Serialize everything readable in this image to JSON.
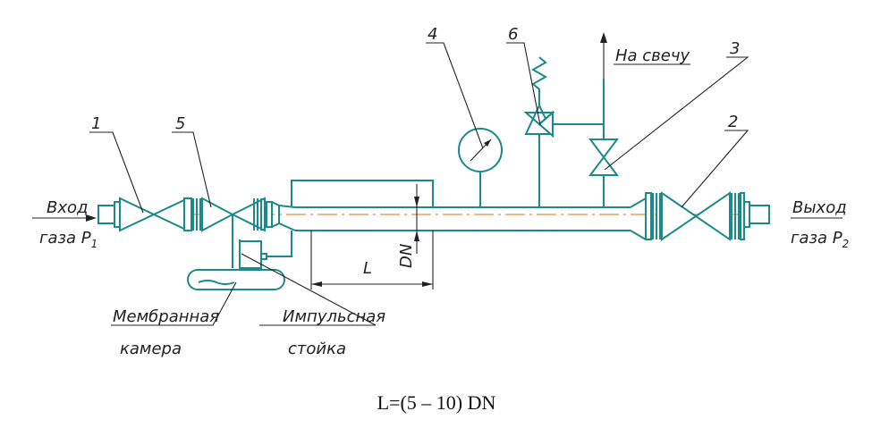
{
  "labels": {
    "n1": "1",
    "n2": "2",
    "n3": "3",
    "n4": "4",
    "n5": "5",
    "n6": "6",
    "vent": "На свечу",
    "inlet_1": "Вход",
    "inlet_2": "газа P",
    "inlet_sub": "1",
    "outlet_1": "Выход",
    "outlet_2": "газа P",
    "outlet_sub": "2",
    "length": "L",
    "diameter": "DN",
    "membrane_1": "Мембранная",
    "membrane_2": "камера",
    "impulse_1": "Импульсная",
    "impulse_2": "стойка"
  },
  "formula": "L=(5 – 10) DN",
  "colors": {
    "pipe": "#1a8a8a",
    "axis": "#e8a060",
    "ink": "#222222"
  }
}
